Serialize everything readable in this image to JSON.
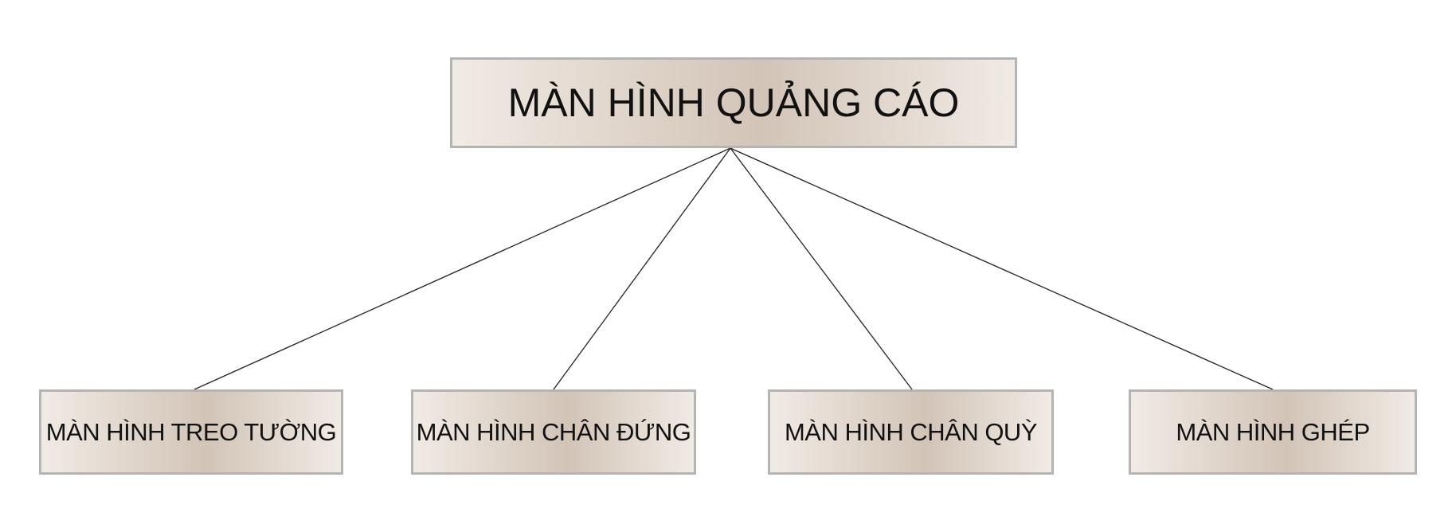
{
  "diagram": {
    "root": {
      "label": "MÀN HÌNH QUẢNG CÁO"
    },
    "children": [
      {
        "label": "MÀN HÌNH TREO TƯỜNG"
      },
      {
        "label": "MÀN HÌNH CHÂN ĐỨNG"
      },
      {
        "label": "MÀN HÌNH CHÂN QUỲ"
      },
      {
        "label": "MÀN HÌNH GHÉP"
      }
    ],
    "colors": {
      "box_border": "#b4b4b4",
      "box_fill_light": "#f1ebe5",
      "box_fill_dark": "#d2c4b7",
      "connector": "#222222",
      "text": "#111111"
    }
  }
}
